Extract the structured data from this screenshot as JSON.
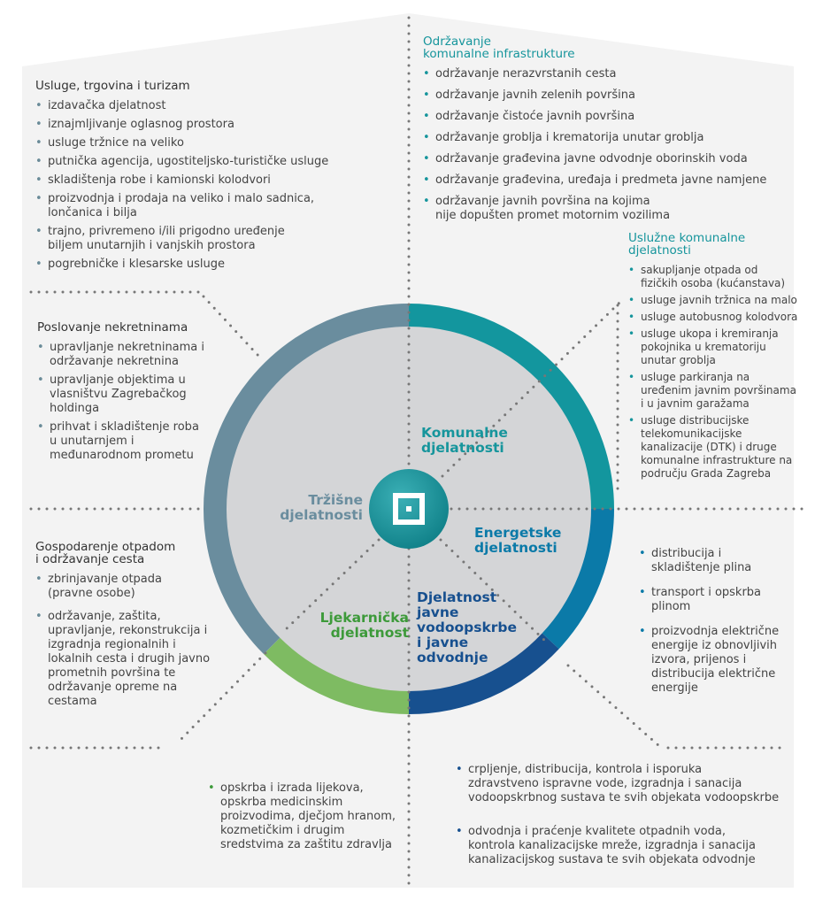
{
  "center_icon": "zagreb-holding-logo-icon",
  "colors": {
    "komunalne": "#13969e",
    "energetske": "#0b7aa8",
    "vodoopskrba": "#17508f",
    "ljekarnicka": "#7ebb62",
    "trzisne": "#6a8d9e",
    "ring_inner": "#d4d5d7",
    "panel": "#f3f3f3"
  },
  "segments": {
    "komunalne": "Komunalne\ndjelatnosti",
    "energetske": "Energetske\ndjelatnosti",
    "vodoopskrba": "Djelatnost\njavne\nvodoopskrbe\ni javne\nodvodnje",
    "ljekarnicka": "Ljekarnička\ndjelatnost",
    "trzisne": "Tržišne\ndjelatnosti"
  },
  "odrzavanje": {
    "title": "Održavanje\nkomunalne infrastrukture",
    "items": [
      "održavanje nerazvrstanih cesta",
      "održavanje javnih zelenih površina",
      "održavanje čistoće javnih površina",
      "održavanje groblja i krematorija unutar groblja",
      "održavanje građevina javne odvodnje oborinskih voda",
      "održavanje građevina, uređaja i predmeta javne namjene",
      "održavanje javnih površina na kojima\nnije dopušten promet motornim vozilima"
    ]
  },
  "usluzne": {
    "title": "Uslužne komunalne\ndjelatnosti",
    "items": [
      "sakupljanje otpada  od\nfizičkih osoba (kućanstava)",
      "usluge javnih tržnica na malo",
      "usluge autobusnog kolodvora",
      "usluge ukopa i kremiranja\npokojnika u krematoriju\nunutar groblja",
      "usluge parkiranja na\nuređenim javnim površinama\ni u javnim garažama",
      "usluge distribucijske\ntelekomunikacijske\nkanalizacije (DTK) i druge\nkomunalne infrastrukture na\npodručju Grada Zagreba"
    ]
  },
  "usluge_trgovina": {
    "title": "Usluge, trgovina i turizam",
    "items": [
      "izdavačka djelatnost",
      "iznajmljivanje oglasnog prostora",
      "usluge tržnice na veliko",
      "putnička agencija, ugostiteljsko-turističke usluge",
      "skladištenja robe i kamionski kolodvori",
      "proizvodnja i prodaja na veliko i malo sadnica,\nlončanica i bilja",
      "trajno, privremeno i/ili prigodno uređenje\nbiljem  unutarnjih i vanjskih prostora",
      "pogrebničke i klesarske usluge"
    ]
  },
  "nekretnine": {
    "title": "Poslovanje nekretninama",
    "items": [
      "upravljanje nekretninama i\nodržavanje nekretnina",
      "upravljanje objektima u\nvlasništvu Zagrebačkog\nholdinga",
      "prihvat i skladištenje roba\nu unutarnjem i\nmeđunarodnom prometu"
    ]
  },
  "gospodarenje": {
    "title": "Gospodarenje otpadom\ni održavanje cesta",
    "items": [
      "zbrinjavanje otpada\n(pravne osobe)",
      "održavanje, zaštita,\nupravljanje, rekonstrukcija i\nizgradnja  regionalnih i\nlokalnih cesta  i drugih javno\nprometnih površina te\nodržavanje opreme na\ncestama"
    ]
  },
  "energetske_items": [
    "distribucija i\nskladištenje plina",
    "transport i opskrba\nplinom",
    "proizvodnja električne\nenergije iz obnovljivih\nizvora, prijenos i\ndistribucija električne\nenergije"
  ],
  "ljekarnicka_items": [
    "opskrba i izrada lijekova,\nopskrba medicinskim\nproizvodima, dječjom hranom,\nkozmetičkim i drugim\nsredstvima za zaštitu zdravlja"
  ],
  "vodoopskrba_items": [
    "crpljenje, distribucija, kontrola i isporuka\nzdravstveno ispravne vode, izgradnja i sanacija\nvodoopskrbnog sustava te svih objekata vodoopskrbe",
    "odvodnja i praćenje kvalitete otpadnih voda,\nkontrola kanalizacijske mreže, izgradnja i sanacija\nkanalizacijskog sustava te svih objekata odvodnje"
  ]
}
